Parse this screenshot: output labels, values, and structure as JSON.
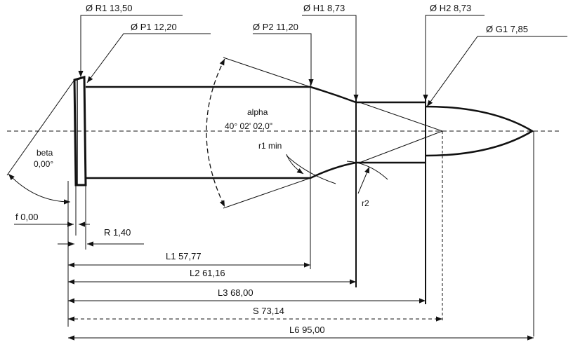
{
  "labels": {
    "r1": "Ø R1  13,50",
    "p1": "Ø P1  12,20",
    "p2": "Ø P2  11,20",
    "h1": "Ø H1  8,73",
    "h2": "Ø H2  8,73",
    "g1": "Ø G1  7,85",
    "alpha_name": "alpha",
    "alpha_value": "40° 02' 02,0\"",
    "r1min": "r1 min",
    "beta_name": "beta",
    "beta_value": "0,00°",
    "r2": "r2",
    "f": "f  0,00",
    "r": "R  1,40",
    "l1": "L1  57,77",
    "l2": "L2  61,16",
    "l3": "L3  68,00",
    "s": "S  73,14",
    "l6": "L6  95,00"
  },
  "colors": {
    "line": "#111111",
    "background": "#ffffff"
  }
}
